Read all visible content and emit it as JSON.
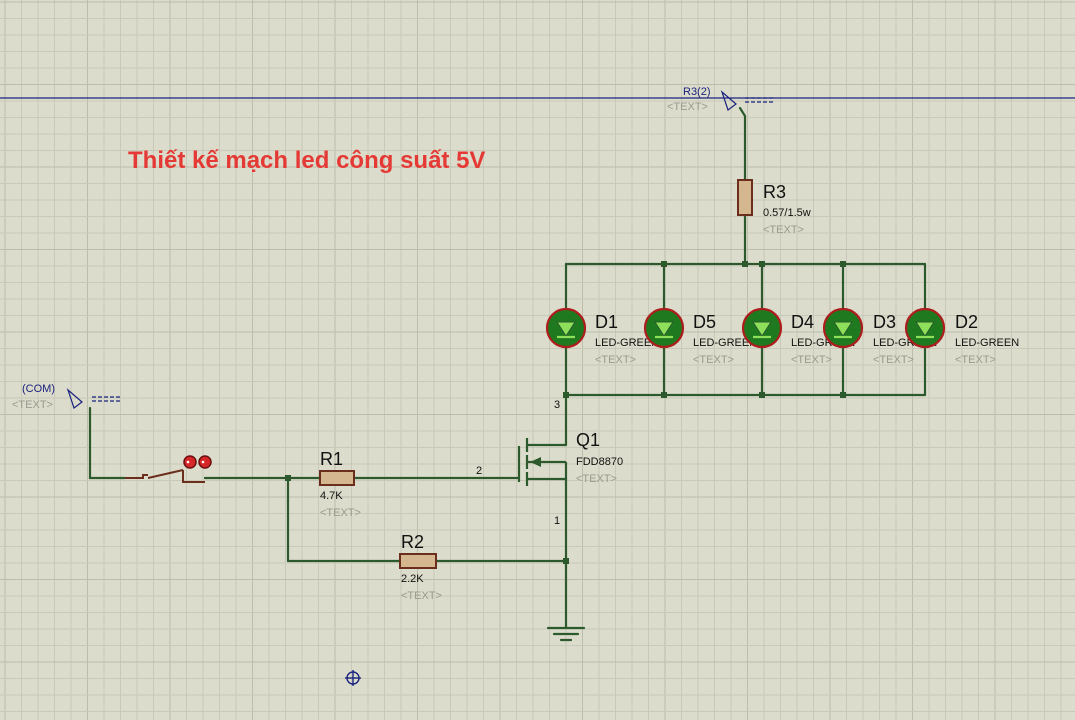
{
  "title": "Thiết kế mạch led công suất 5V",
  "placeholder_text": "<TEXT>",
  "terminals": {
    "com": {
      "label": "(COM)",
      "text": "<TEXT>"
    },
    "r3_2": {
      "label": "R3(2)",
      "text": "<TEXT>"
    }
  },
  "resistors": {
    "r1": {
      "ref": "R1",
      "value": "4.7K",
      "text": "<TEXT>"
    },
    "r2": {
      "ref": "R2",
      "value": "2.2K",
      "text": "<TEXT>"
    },
    "r3": {
      "ref": "R3",
      "value": "0.57/1.5w",
      "text": "<TEXT>"
    }
  },
  "transistor": {
    "ref": "Q1",
    "value": "FDD8870",
    "text": "<TEXT>",
    "pin_gate": "2",
    "pin_drain": "3",
    "pin_source": "1"
  },
  "leds": [
    {
      "ref": "D1",
      "value": "LED-GREEN",
      "text": "<TEXT>"
    },
    {
      "ref": "D5",
      "value": "LED-GREEN",
      "text": "<TEXT>"
    },
    {
      "ref": "D4",
      "value": "LED-GREEN",
      "text": "<TEXT>"
    },
    {
      "ref": "D3",
      "value": "LED-GREEN",
      "text": "<TEXT>"
    },
    {
      "ref": "D2",
      "value": "LED-GREEN",
      "text": "<TEXT>"
    }
  ],
  "colors": {
    "background": "#dcdccc",
    "wire": "#2d5a2d",
    "title": "#e53935",
    "terminal": "#1a237e",
    "led": "#1f7a1f"
  }
}
